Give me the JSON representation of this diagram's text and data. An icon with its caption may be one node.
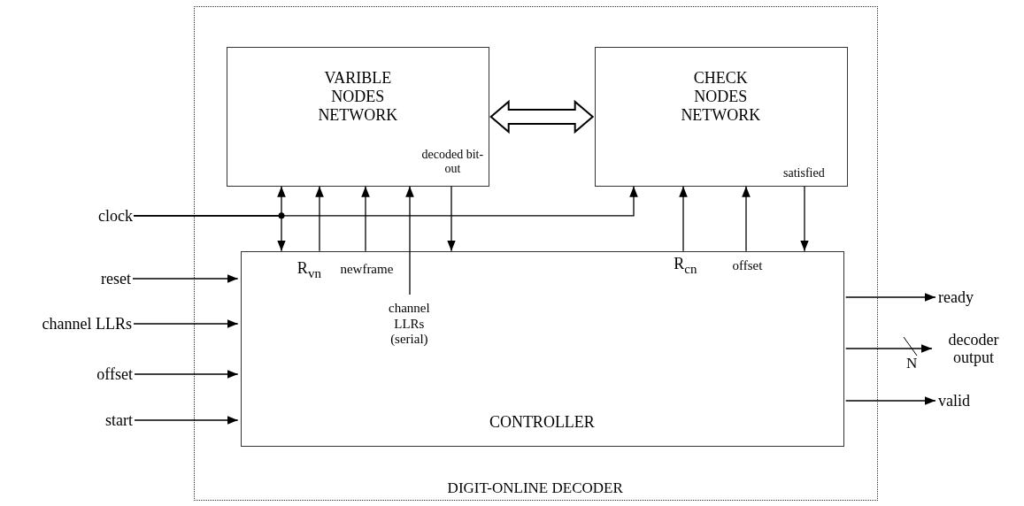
{
  "diagram": {
    "nodes": [
      {
        "text": [
          "DIGIT-ONLINE DECODER"
        ]
      },
      {
        "text": [
          "VARIBLE NODES NETWORK",
          "decoded bit-out"
        ],
        "in": 0
      },
      {
        "text": [
          "CHECK NODES NETWORK",
          "satisfied"
        ],
        "in": 0
      },
      {
        "text": [
          "CONTROLLER",
          "R$_{vn}$",
          "newframe",
          "channel LLRs (serial)",
          "R$_{cn}$",
          "offset"
        ],
        "in": 0
      },
      {
        "text": [
          "clock"
        ]
      },
      {
        "text": [
          "reset"
        ]
      },
      {
        "text": [
          "channel LLRs"
        ]
      },
      {
        "text": [
          "offset"
        ]
      },
      {
        "text": [
          "start"
        ]
      },
      {
        "text": [
          "ready"
        ]
      },
      {
        "text": [
          "decoder output"
        ]
      },
      {
        "text": [
          "valid"
        ]
      }
    ],
    "edges": [
      {
        "from": 1,
        "to": 2,
        "arrow": "both",
        "style": "thick"
      },
      {
        "from": 4,
        "to": 1,
        "arrow": "to"
      },
      {
        "from": 4,
        "to": 3,
        "arrow": "to"
      },
      {
        "from": 4,
        "to": 2,
        "arrow": "to"
      },
      {
        "from": 3,
        "to": 1,
        "arrow": "to"
      },
      {
        "from": 3,
        "to": 1,
        "arrow": "to"
      },
      {
        "from": 3,
        "to": 1,
        "arrow": "to"
      },
      {
        "from": 1,
        "to": 3,
        "arrow": "to"
      },
      {
        "from": 3,
        "to": 2,
        "arrow": "to"
      },
      {
        "from": 3,
        "to": 2,
        "arrow": "to"
      },
      {
        "from": 2,
        "to": 3,
        "arrow": "to"
      },
      {
        "from": 5,
        "to": 3,
        "arrow": "to"
      },
      {
        "from": 6,
        "to": 3,
        "arrow": "to"
      },
      {
        "from": 7,
        "to": 3,
        "arrow": "to"
      },
      {
        "from": 8,
        "to": 3,
        "arrow": "to"
      },
      {
        "from": 3,
        "to": 9,
        "arrow": "to"
      },
      {
        "from": 3,
        "to": 10,
        "arrow": "to",
        "label": "N"
      },
      {
        "from": 3,
        "to": 11,
        "arrow": "to"
      }
    ]
  }
}
